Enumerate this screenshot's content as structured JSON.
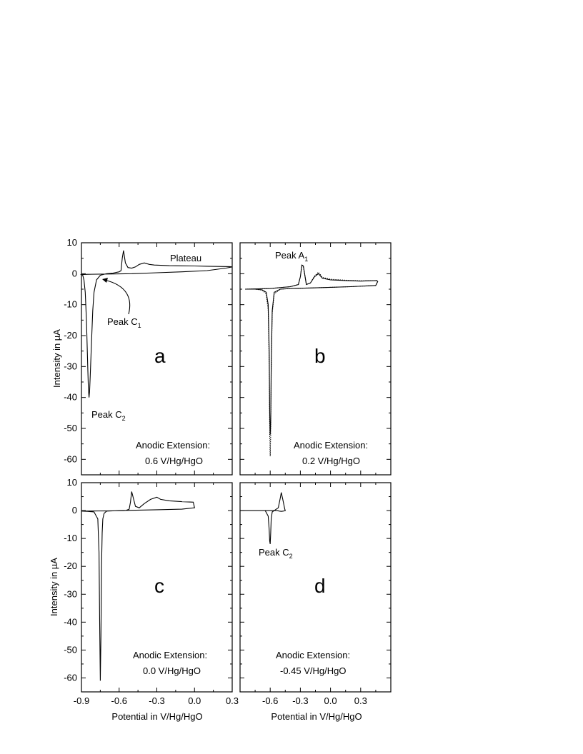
{
  "chart_data": [
    {
      "type": "line",
      "panel": "a",
      "xlim": [
        -0.9,
        0.3
      ],
      "ylim": [
        -65,
        10
      ],
      "ylabel": "Intensity in µA",
      "xlabel": "",
      "x_ticks": [],
      "y_ticks": [
        "10",
        "0",
        "-10",
        "-20",
        "-30",
        "-40",
        "-50",
        "-60"
      ],
      "annotations": [
        {
          "text": "Plateau",
          "sub": ""
        },
        {
          "text": "Peak C",
          "sub": "1"
        },
        {
          "text": "Peak C",
          "sub": "2"
        },
        {
          "text": "Anodic Extension:",
          "sub": ""
        },
        {
          "text": "0.6 V/Hg/HgO",
          "sub": ""
        }
      ],
      "series": [
        {
          "style": "solid",
          "x": [
            0.3,
            0.28,
            0.1,
            0.0,
            -0.2,
            -0.32,
            -0.36,
            -0.4,
            -0.44,
            -0.47,
            -0.5,
            -0.53,
            -0.55,
            -0.565,
            -0.575,
            -0.585,
            -0.6,
            -0.65,
            -0.7,
            -0.75,
            -0.78,
            -0.8,
            -0.81,
            -0.82,
            -0.83,
            -0.835,
            -0.84,
            -0.845,
            -0.85,
            -0.86,
            -0.87,
            -0.88,
            -0.89,
            -0.9,
            -0.85,
            -0.7,
            -0.5,
            -0.3,
            -0.1,
            0.1,
            0.25,
            0.3
          ],
          "y": [
            2.2,
            2.3,
            2.4,
            2.5,
            2.6,
            2.8,
            3.0,
            3.5,
            3.0,
            2.2,
            1.8,
            2.0,
            3.5,
            7.5,
            5.0,
            1.0,
            0.6,
            0.2,
            0.0,
            -0.5,
            -2.0,
            -6.0,
            -12.0,
            -22.0,
            -33.0,
            -38.0,
            -40.0,
            -37.0,
            -30.0,
            -15.0,
            -6.0,
            -2.0,
            -0.5,
            -0.3,
            -0.2,
            -0.1,
            0.0,
            0.3,
            0.6,
            1.0,
            1.8,
            2.2
          ]
        }
      ]
    },
    {
      "type": "line",
      "panel": "b",
      "xlim": [
        -0.9,
        0.6
      ],
      "ylim": [
        -65,
        10
      ],
      "x_ticks": [],
      "y_ticks": [],
      "annotations": [
        {
          "text": "Peak A",
          "sub": "1"
        },
        {
          "text": "Anodic Extension:",
          "sub": ""
        },
        {
          "text": "0.2 V/Hg/HgO",
          "sub": ""
        }
      ],
      "series": [
        {
          "style": "solid",
          "x": [
            -0.85,
            -0.75,
            -0.68,
            -0.64,
            -0.62,
            -0.61,
            -0.605,
            -0.6,
            -0.595,
            -0.59,
            -0.58,
            -0.56,
            -0.5,
            -0.4,
            -0.2,
            0.0,
            0.2,
            0.45,
            0.47,
            0.46,
            0.3,
            0.15,
            0.0,
            -0.08,
            -0.12,
            -0.16,
            -0.2,
            -0.24,
            -0.27,
            -0.285,
            -0.3,
            -0.32,
            -0.4,
            -0.6,
            -0.85
          ],
          "y": [
            -5.0,
            -5.0,
            -5.2,
            -6.0,
            -10.0,
            -25.0,
            -45.0,
            -52.0,
            -48.0,
            -30.0,
            -12.0,
            -6.0,
            -5.0,
            -4.8,
            -4.6,
            -4.4,
            -4.2,
            -3.8,
            -2.5,
            -2.2,
            -2.4,
            -2.2,
            -2.0,
            -1.5,
            0.0,
            -1.0,
            -3.0,
            -3.5,
            2.5,
            2.8,
            -1.0,
            -3.5,
            -4.2,
            -4.8,
            -5.0
          ]
        },
        {
          "style": "dotted",
          "x": [
            -0.85,
            -0.75,
            -0.68,
            -0.64,
            -0.62,
            -0.61,
            -0.605,
            -0.6,
            -0.595,
            -0.59,
            -0.58,
            -0.56,
            -0.5,
            -0.4,
            -0.2,
            0.0,
            0.2,
            0.45,
            0.47,
            0.46,
            0.3,
            0.15,
            0.0,
            -0.08,
            -0.12,
            -0.16,
            -0.2,
            -0.24,
            -0.27,
            -0.285,
            -0.3,
            -0.32,
            -0.4,
            -0.6,
            -0.85
          ],
          "y": [
            -5.0,
            -5.0,
            -5.3,
            -6.5,
            -12.0,
            -30.0,
            -52.0,
            -59.0,
            -52.0,
            -32.0,
            -13.0,
            -6.5,
            -5.0,
            -4.8,
            -4.6,
            -4.4,
            -4.2,
            -3.8,
            -2.5,
            -2.2,
            -2.3,
            -2.1,
            -1.8,
            -1.2,
            0.5,
            -0.8,
            -3.0,
            -3.5,
            2.3,
            2.6,
            -1.0,
            -3.5,
            -4.2,
            -4.8,
            -5.0
          ]
        }
      ]
    },
    {
      "type": "line",
      "panel": "c",
      "xlim": [
        -0.9,
        0.3
      ],
      "ylim": [
        -65,
        10
      ],
      "ylabel": "Intensity in µA",
      "xlabel": "Potential in V/Hg/HgO",
      "x_ticks": [
        "-0.9",
        "-0.6",
        "-0.3",
        "0.0",
        "0.3"
      ],
      "y_ticks": [
        "10",
        "0",
        "-10",
        "-20",
        "-30",
        "-40",
        "-50",
        "-60"
      ],
      "annotations": [
        {
          "text": "Anodic Extension:",
          "sub": ""
        },
        {
          "text": "0.0 V/Hg/HgO",
          "sub": ""
        }
      ],
      "series": [
        {
          "style": "solid",
          "x": [
            -0.9,
            -0.85,
            -0.8,
            -0.77,
            -0.76,
            -0.755,
            -0.75,
            -0.745,
            -0.74,
            -0.735,
            -0.73,
            -0.72,
            -0.7,
            -0.6,
            -0.5,
            -0.3,
            -0.1,
            0.0,
            -0.01,
            -0.1,
            -0.2,
            -0.27,
            -0.3,
            -0.35,
            -0.4,
            -0.44,
            -0.47,
            -0.49,
            -0.5,
            -0.51,
            -0.52,
            -0.55,
            -0.7,
            -0.9
          ],
          "y": [
            -0.2,
            -0.3,
            -0.5,
            -3.0,
            -15.0,
            -40.0,
            -61.0,
            -45.0,
            -20.0,
            -8.0,
            -3.0,
            -1.0,
            -0.2,
            0.0,
            0.1,
            0.3,
            0.5,
            1.0,
            3.0,
            3.2,
            3.5,
            4.0,
            4.8,
            4.0,
            2.5,
            1.0,
            1.5,
            5.0,
            6.8,
            3.0,
            0.5,
            0.0,
            -0.1,
            -0.2
          ]
        }
      ]
    },
    {
      "type": "line",
      "panel": "d",
      "xlim": [
        -0.9,
        0.6
      ],
      "ylim": [
        -65,
        10
      ],
      "xlabel": "Potential in V/Hg/HgO",
      "x_ticks": [
        "-0.6",
        "-0.3",
        "0.0",
        "0.3"
      ],
      "y_ticks": [],
      "annotations": [
        {
          "text": "Peak C",
          "sub": "2"
        },
        {
          "text": "Anodic Extension:",
          "sub": ""
        },
        {
          "text": "-0.45 V/Hg/HgO",
          "sub": ""
        }
      ],
      "series": [
        {
          "style": "solid",
          "x": [
            -0.9,
            -0.75,
            -0.65,
            -0.62,
            -0.61,
            -0.605,
            -0.6,
            -0.595,
            -0.59,
            -0.58,
            -0.56,
            -0.52,
            -0.5,
            -0.49,
            -0.475,
            -0.455,
            -0.45,
            -0.47,
            -0.49,
            -0.51,
            -0.53,
            -0.55,
            -0.6,
            -0.75,
            -0.9
          ],
          "y": [
            0.0,
            0.0,
            0.0,
            -2.0,
            -7.0,
            -11.0,
            -12.0,
            -8.0,
            -3.0,
            -0.5,
            0.0,
            1.0,
            4.5,
            6.5,
            4.0,
            0.5,
            0.0,
            -0.2,
            -0.3,
            -0.2,
            0.0,
            0.0,
            0.0,
            0.0,
            0.0
          ]
        }
      ]
    }
  ]
}
